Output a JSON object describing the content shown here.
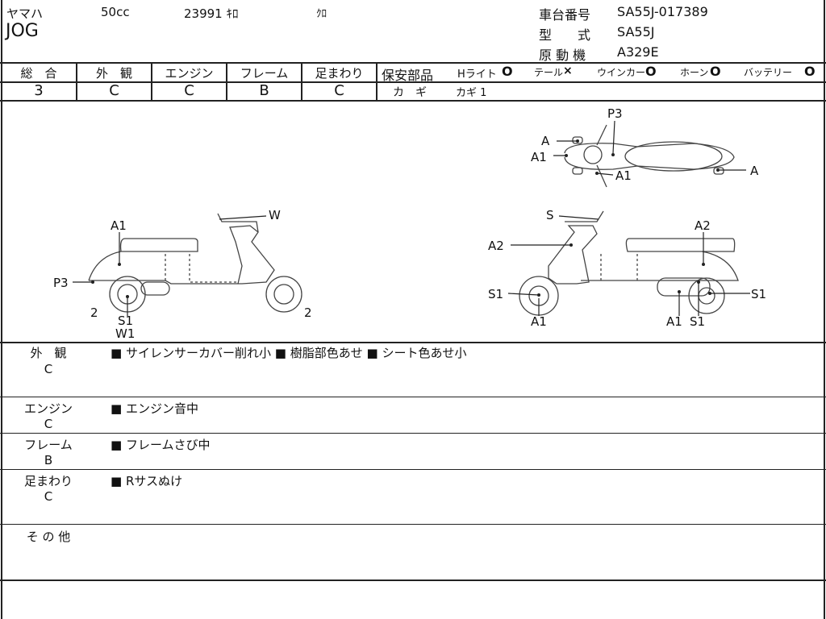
{
  "header": {
    "maker": "ヤマハ",
    "displacement": "50cc",
    "mileage": "23991 ｷﾛ",
    "color": "ｸﾛ",
    "model": "JOG",
    "frame_no_label": "車台番号",
    "frame_no": "SA55J-017389",
    "type_label": "型　　式",
    "type": "SA55J",
    "engine_label": "原 動 機",
    "engine": "A329E"
  },
  "grades": [
    {
      "label": "総　合",
      "value": "3"
    },
    {
      "label": "外　観",
      "value": "C"
    },
    {
      "label": "エンジン",
      "value": "C"
    },
    {
      "label": "フレーム",
      "value": "B"
    },
    {
      "label": "足まわり",
      "value": "C"
    }
  ],
  "safety": {
    "label": "保安部品",
    "items": [
      {
        "name": "Hライト",
        "mark": "O"
      },
      {
        "name": "テール",
        "mark": "×"
      },
      {
        "name": "ウインカー",
        "mark": "O"
      },
      {
        "name": "ホーン",
        "mark": "O"
      },
      {
        "name": "バッテリー",
        "mark": "O"
      }
    ],
    "key_label": "カ　ギ",
    "key_value": "カギ 1"
  },
  "diagram_labels": [
    "A",
    "P3",
    "A1",
    "A1",
    "A",
    "W",
    "A1",
    "P3",
    "2",
    "S1",
    "W1",
    "2",
    "S",
    "A2",
    "A2",
    "S1",
    "A1",
    "S1",
    "A1",
    "S1"
  ],
  "notes": [
    {
      "label": "外　観",
      "grade": "C",
      "items": [
        "サイレンサーカバー削れ小",
        "樹脂部色あせ",
        "シート色あせ小"
      ]
    },
    {
      "label": "エンジン",
      "grade": "C",
      "items": [
        "エンジン音中"
      ]
    },
    {
      "label": "フレーム",
      "grade": "B",
      "items": [
        "フレームさび中"
      ]
    },
    {
      "label": "足まわり",
      "grade": "C",
      "items": [
        "Rサスぬけ"
      ]
    },
    {
      "label": "そ の 他",
      "grade": "",
      "items": []
    }
  ],
  "bullet": "■"
}
